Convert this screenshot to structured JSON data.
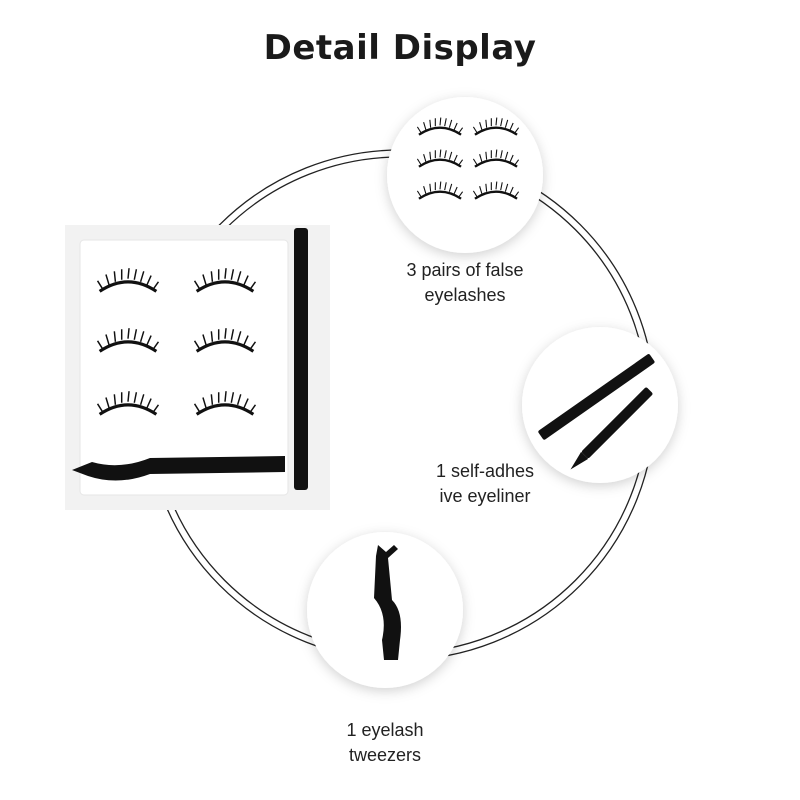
{
  "title": "Detail Display",
  "items": [
    {
      "line1": "3 pairs of false",
      "line2": "eyelashes",
      "icon": "false-eyelashes-icon"
    },
    {
      "line1": "1 self-adhes",
      "line2": "ive eyeliner",
      "icon": "eyeliner-pen-icon"
    },
    {
      "line1": "1 eyelash",
      "line2": "tweezers",
      "icon": "tweezers-icon"
    }
  ],
  "colors": {
    "background": "#ffffff",
    "text": "#1a1a1a",
    "ring": "#222222",
    "product": "#111111"
  }
}
